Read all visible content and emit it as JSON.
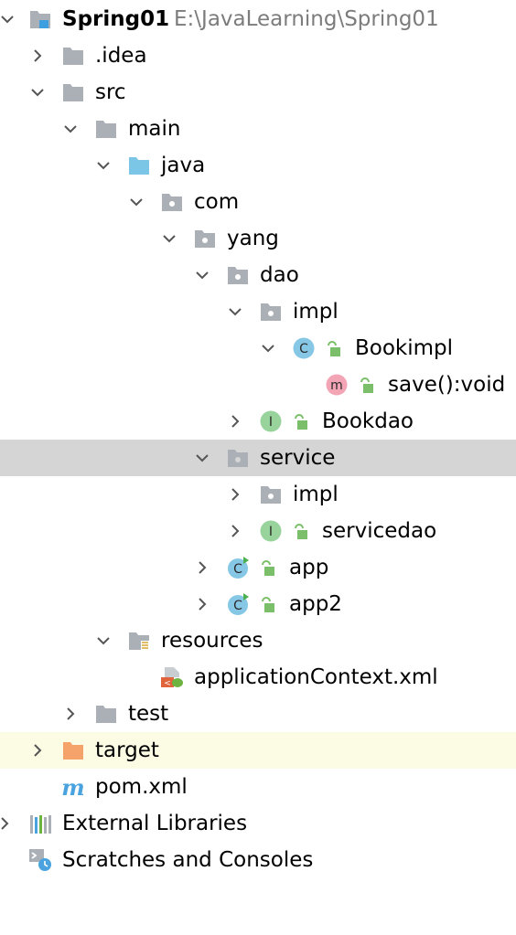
{
  "project_tree": {
    "root": {
      "label": "Spring01",
      "path": "E:\\JavaLearning\\Spring01"
    },
    "idea": {
      "label": ".idea"
    },
    "src": {
      "label": "src"
    },
    "main": {
      "label": "main"
    },
    "java": {
      "label": "java"
    },
    "com": {
      "label": "com"
    },
    "yang": {
      "label": "yang"
    },
    "dao": {
      "label": "dao"
    },
    "dao_impl": {
      "label": "impl"
    },
    "bookimpl": {
      "label": "Bookimpl"
    },
    "save_method": {
      "label": "save():void"
    },
    "bookdao": {
      "label": "Bookdao"
    },
    "service": {
      "label": "service"
    },
    "service_impl": {
      "label": "impl"
    },
    "servicedao": {
      "label": "servicedao"
    },
    "app": {
      "label": "app"
    },
    "app2": {
      "label": "app2"
    },
    "resources": {
      "label": "resources"
    },
    "application_context": {
      "label": "applicationContext.xml"
    },
    "test": {
      "label": "test"
    },
    "target": {
      "label": "target"
    },
    "pom": {
      "label": "pom.xml"
    },
    "external_libraries": {
      "label": "External Libraries"
    },
    "scratches": {
      "label": "Scratches and Consoles"
    }
  },
  "icons": {
    "class_badge": "C",
    "interface_badge": "I",
    "method_badge": "m"
  },
  "colors": {
    "folder_gray": "#aab0b6",
    "source_folder_blue": "#7bc6e6",
    "selected_row": "#d5d5d5",
    "excluded_row": "#fcfbe3",
    "target_folder": "#f5a36b",
    "class_circle": "#87c7e6",
    "interface_circle": "#98d39b",
    "method_circle": "#f3a5b5",
    "lock_green": "#7cbf6a",
    "path_gray": "#7c7c7c"
  }
}
